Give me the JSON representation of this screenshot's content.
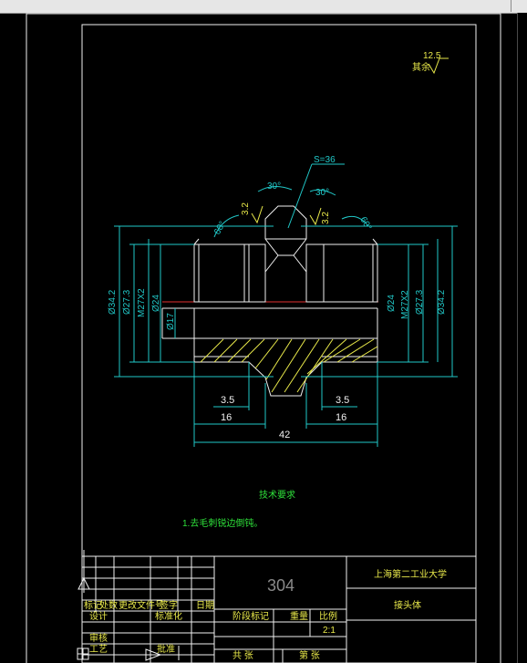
{
  "roughness": {
    "value": "12.5",
    "label": "其余"
  },
  "drawing": {
    "hex_size": "S=36",
    "angles": {
      "chamfer_left": "60°",
      "chamfer_right": "60°",
      "hex_left": "30°",
      "hex_right": "30°"
    },
    "surface": {
      "left": "3.2",
      "right": "3.2"
    },
    "dims_left": [
      "Ø34.2",
      "Ø27.3",
      "M27X2",
      "Ø24",
      "Ø17"
    ],
    "dims_right": [
      "Ø24",
      "M27X2",
      "Ø27.3",
      "Ø34.2"
    ],
    "dims_bottom": {
      "left_small": "3.5",
      "left_len": "16",
      "right_small": "3.5",
      "right_len": "16",
      "total": "42"
    }
  },
  "notes": {
    "title": "技术要求",
    "item1": "1.去毛刺锐边倒钝。"
  },
  "title_block": {
    "material": "304",
    "school": "上海第二工业大学",
    "part_name": "接头体",
    "scale": "2:1",
    "headers": [
      "标记",
      "处数",
      "更改文件号",
      "签字",
      "日期"
    ],
    "rows": [
      "设计",
      "审核",
      "工艺"
    ],
    "standardize": "标准化",
    "stage_mark": "阶段标记",
    "weight": "重量",
    "ratio": "比例",
    "sheets": "共 张",
    "sheet": "第 张",
    "approve": "批准",
    "date": "日期"
  }
}
